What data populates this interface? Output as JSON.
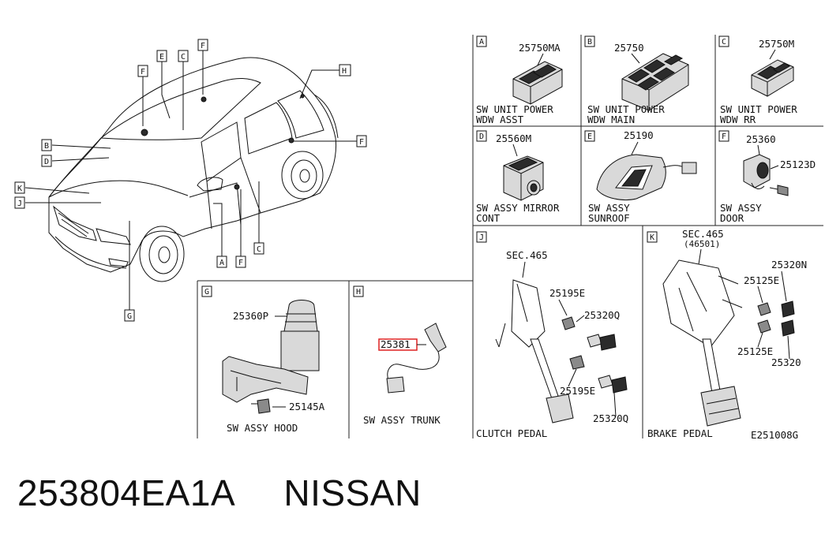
{
  "diagram": {
    "code": "E251008G",
    "car_labels": [
      "F",
      "E",
      "C",
      "F",
      "H",
      "B",
      "D",
      "F",
      "K",
      "J",
      "A",
      "F",
      "C",
      "G"
    ],
    "panels": {
      "A": {
        "letter": "A",
        "part": "25750MA",
        "caption": [
          "SW UNIT POWER",
          "WDW ASST"
        ]
      },
      "B": {
        "letter": "B",
        "part": "25750",
        "caption": [
          "SW UNIT POWER",
          "WDW MAIN"
        ]
      },
      "C": {
        "letter": "C",
        "part": "25750M",
        "caption": [
          "SW UNIT POWER",
          "WDW RR"
        ]
      },
      "D": {
        "letter": "D",
        "part": "25560M",
        "caption": [
          "SW ASSY MIRROR",
          "CONT"
        ]
      },
      "E": {
        "letter": "E",
        "part": "25190",
        "caption": [
          "SW ASSY",
          "SUNROOF"
        ]
      },
      "F": {
        "letter": "F",
        "parts": [
          "25360",
          "25123D"
        ],
        "caption": [
          "SW ASSY",
          "DOOR"
        ]
      },
      "G": {
        "letter": "G",
        "parts": [
          "25360P",
          "25145A"
        ],
        "caption": "SW ASSY HOOD"
      },
      "H": {
        "letter": "H",
        "part": "25381",
        "caption": "SW ASSY TRUNK"
      },
      "J": {
        "letter": "J",
        "ref": "SEC.465",
        "parts": [
          "25195E",
          "25320Q",
          "25195E",
          "25320Q"
        ],
        "caption": "CLUTCH PEDAL"
      },
      "K": {
        "letter": "K",
        "ref": [
          "SEC.465",
          "(46501)"
        ],
        "parts": [
          "25320N",
          "25125E",
          "25125E",
          "25320"
        ],
        "caption": "BRAKE PEDAL"
      }
    }
  },
  "footer": {
    "part_number": "253804EA1A",
    "brand": "NISSAN"
  }
}
